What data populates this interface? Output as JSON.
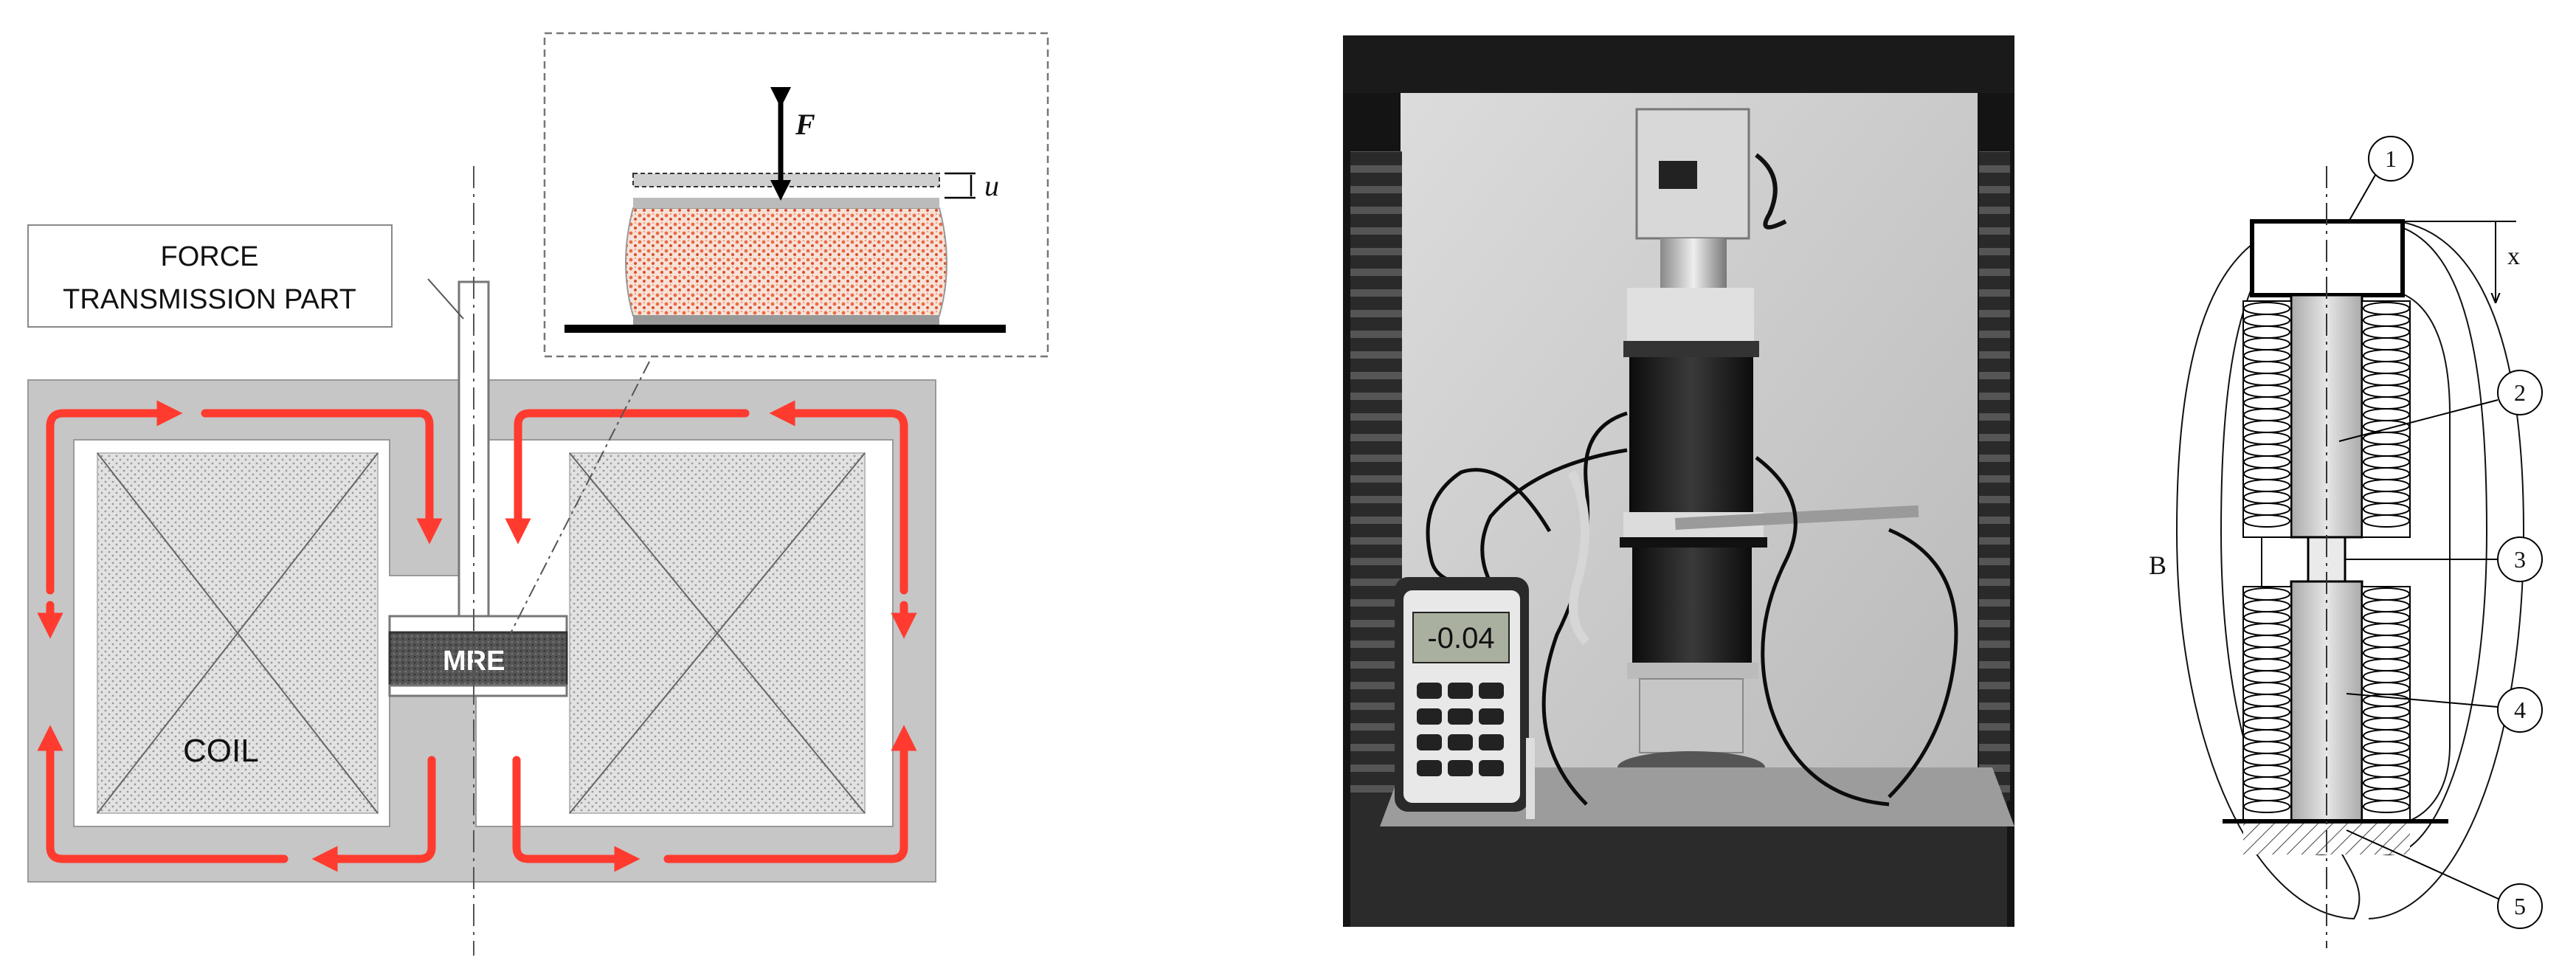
{
  "left_panel": {
    "callout_label_line1": "FORCE",
    "callout_label_line2": "TRANSMISSION PART",
    "coil_label": "COIL",
    "mre_label": "MRE",
    "inset": {
      "force_label": "F",
      "displacement_label": "u"
    },
    "colors": {
      "yoke": "#c6c6c6",
      "flux_arrow": "#ff3b2f",
      "mre": "#5a5a5a",
      "sample": "#f07050"
    }
  },
  "middle_panel": {
    "meter_display": "-0.04"
  },
  "right_panel": {
    "axis_label": "x",
    "field_label": "B",
    "callouts": [
      "1",
      "2",
      "3",
      "4",
      "5"
    ]
  }
}
